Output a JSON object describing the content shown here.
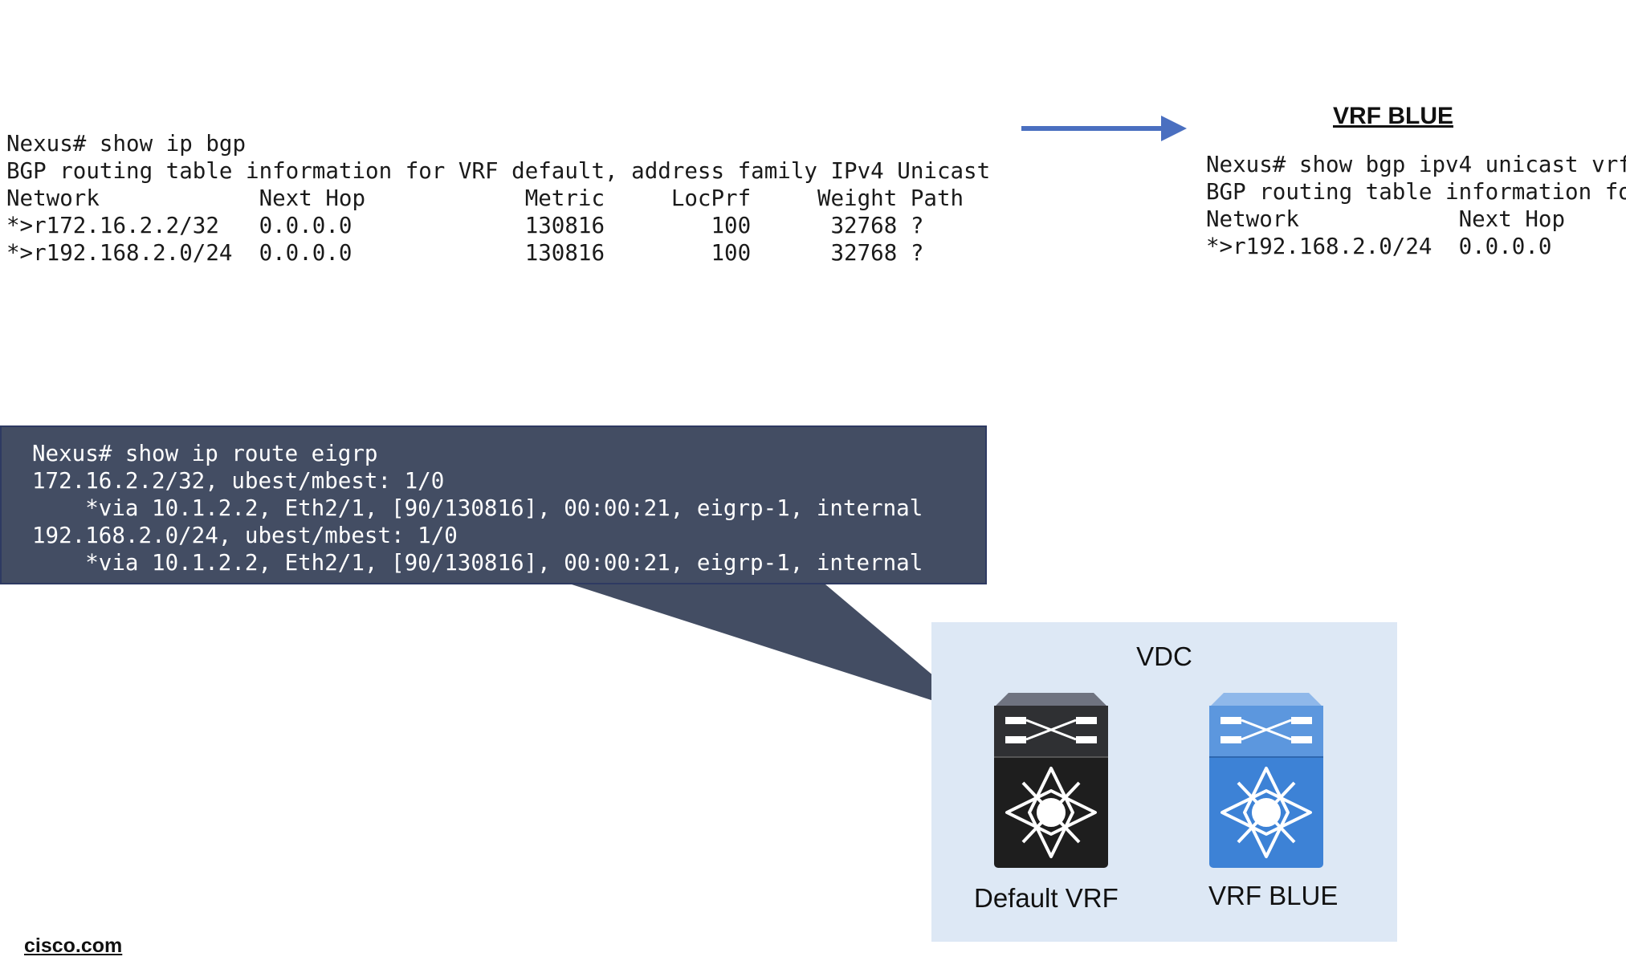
{
  "bgp_default": {
    "lines": [
      "Nexus# show ip bgp",
      "BGP routing table information for VRF default, address family IPv4 Unicast",
      "Network            Next Hop            Metric     LocPrf     Weight Path",
      "*>r172.16.2.2/32   0.0.0.0             130816        100      32768 ?",
      "*>r192.168.2.0/24  0.0.0.0             130816        100      32768 ?"
    ]
  },
  "bgp_blue": {
    "heading": "VRF BLUE",
    "lines": [
      "Nexus# show bgp ipv4 unicast vrf",
      "BGP routing table information fo",
      "Network            Next Hop",
      "*>r192.168.2.0/24  0.0.0.0"
    ]
  },
  "eigrp_callout": {
    "lines": [
      "Nexus# show ip route eigrp",
      "172.16.2.2/32, ubest/mbest: 1/0",
      "    *via 10.1.2.2, Eth2/1, [90/130816], 00:00:21, eigrp-1, internal",
      "192.168.2.0/24, ubest/mbest: 1/0",
      "    *via 10.1.2.2, Eth2/1, [90/130816], 00:00:21, eigrp-1, internal"
    ],
    "color": "#434d63"
  },
  "vdc": {
    "label": "VDC",
    "default_vrf_label": "Default VRF",
    "vrf_blue_label": "VRF BLUE",
    "panel_color": "#dde8f5",
    "default_switch_color": "#1e1e1e",
    "blue_switch_color": "#3d82d6"
  },
  "arrow_color": "#4a6fc0",
  "footer": {
    "link": "cisco.com"
  }
}
